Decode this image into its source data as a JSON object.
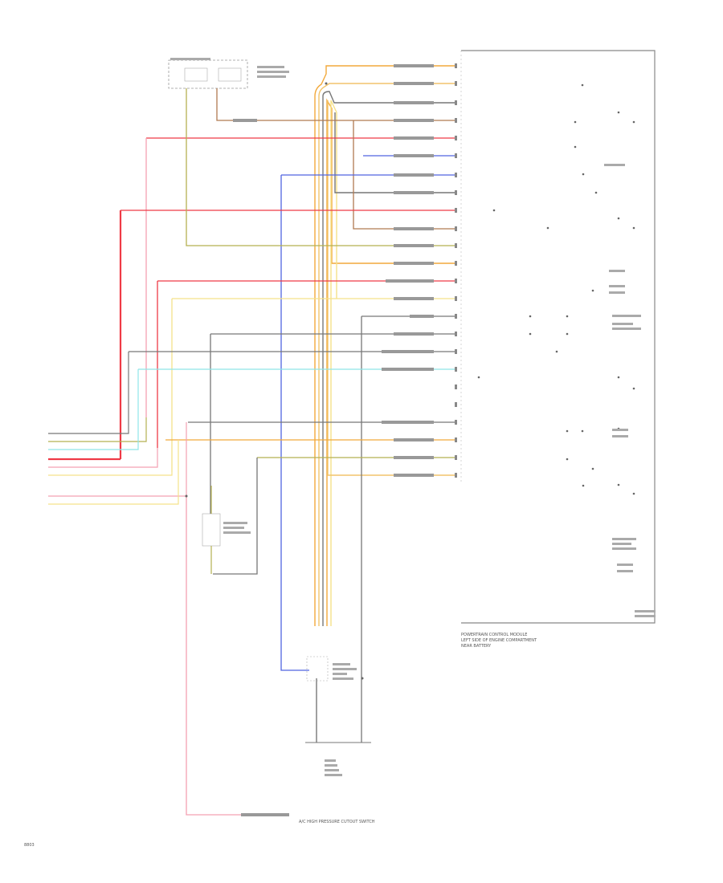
{
  "colors": {
    "orange": "#f2a93b",
    "yellow": "#f5e28a",
    "red": "#ef3a46",
    "pink": "#f4a0b2",
    "blue": "#5065e0",
    "olive": "#b5b052",
    "brown": "#b07a52",
    "gray": "#777777",
    "cyan": "#8fe5e8",
    "green": "#b8cc77"
  },
  "labels": {
    "bottom_left_code": "8803",
    "pressure_switch_note": "A/C HIGH PRESSURE CUTOUT SWITCH",
    "ecm_title_line1": "POWERTRAIN CONTROL MODULE",
    "ecm_title_line2": "LEFT SIDE OF ENGINE COMPARTMENT",
    "ecm_title_line3": "NEAR BATTERY"
  }
}
